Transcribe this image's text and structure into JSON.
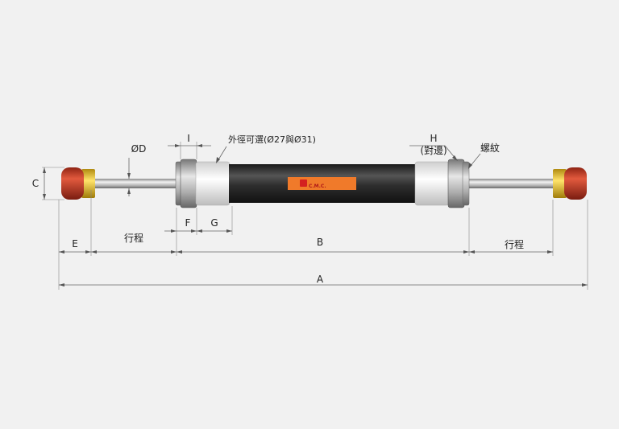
{
  "labels": {
    "dim_a": "A",
    "dim_b": "B",
    "dim_c": "C",
    "dim_d": "ØD",
    "dim_e": "E",
    "dim_f": "F",
    "dim_g": "G",
    "dim_h": "H",
    "dim_h_note": "(對邊)",
    "dim_i": "I",
    "stroke_left": "行程",
    "stroke_right": "行程",
    "thread": "螺紋",
    "outer_diameter_note": "外徑可選(Ø27與Ø31)",
    "logo_text": "C.M.C."
  },
  "colors": {
    "cap": "#c8402a",
    "collar": "#e8c21a",
    "body": "#2c2c2c",
    "sleeve": "#f4f4f4",
    "logo_plate": "#f07a2a",
    "logo_mark": "#d42020"
  }
}
